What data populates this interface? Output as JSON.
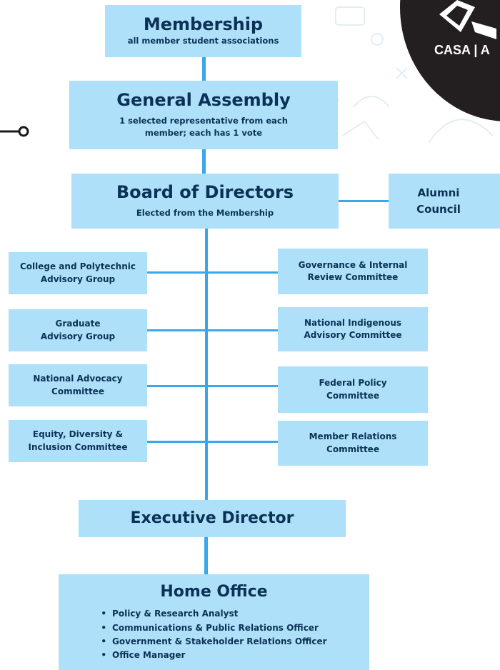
{
  "org_chart": {
    "membership": {
      "title": "Membership",
      "subtitle": "all member student associations"
    },
    "general_assembly": {
      "title": "General Assembly",
      "subtitle_line1": "1 selected representative from each",
      "subtitle_line2": "member; each has 1 vote"
    },
    "board": {
      "title": "Board of Directors",
      "subtitle": "Elected from the Membership"
    },
    "alumni": {
      "line1": "Alumni",
      "line2": "Council"
    },
    "left_groups": [
      {
        "label": "College and Polytechnic\nAdvisory Group"
      },
      {
        "label": "Graduate\nAdvisory Group"
      },
      {
        "label": "National Advocacy\nCommittee"
      },
      {
        "label": "Equity, Diversity &\nInclusion Committee"
      }
    ],
    "right_groups": [
      {
        "label": "Governance & Internal\nReview Committee"
      },
      {
        "label": "National Indigenous\nAdvisory Committee"
      },
      {
        "label": "Federal Policy\nCommittee"
      },
      {
        "label": "Member Relations\nCommittee"
      }
    ],
    "executive_director": {
      "title": "Executive Director"
    },
    "home_office": {
      "title": "Home Office",
      "items": [
        "Policy & Research Analyst",
        "Communications & Public Relations Officer",
        "Government & Stakeholder Relations Officer",
        "Office Manager"
      ]
    }
  },
  "logo": {
    "text": "CASA | A",
    "background": "#231f20"
  },
  "colors": {
    "box": "#aee0fa",
    "line": "#3aa7ea",
    "text": "#0b3256"
  }
}
